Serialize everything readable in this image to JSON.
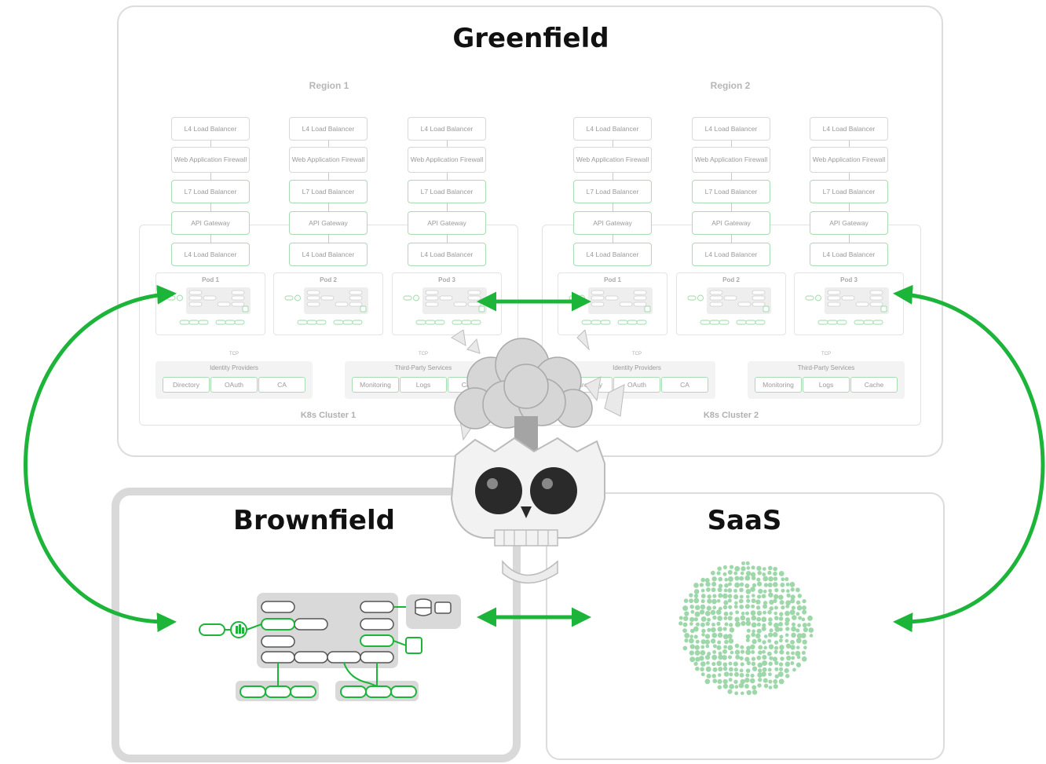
{
  "greenfield": {
    "title": "Greenfield",
    "regions": [
      "Region 1",
      "Region 2"
    ],
    "stack": [
      "L4 Load Balancer",
      "Web Application Firewall",
      "L7 Load Balancer",
      "API Gateway",
      "L4 Load Balancer"
    ],
    "pods": [
      "Pod 1",
      "Pod 2",
      "Pod 3"
    ],
    "tcp": "TCP",
    "identity_providers": {
      "title": "Identity Providers",
      "items": [
        "Directory",
        "OAuth",
        "CA"
      ]
    },
    "third_party": {
      "title": "Third-Party Services",
      "items": [
        "Monitoring",
        "Logs",
        "Cache"
      ]
    },
    "clusters": [
      "K8s Cluster 1",
      "K8s Cluster 2"
    ]
  },
  "brownfield": {
    "title": "Brownfield"
  },
  "saas": {
    "title": "SaaS"
  },
  "colors": {
    "accent_green": "#1db43a",
    "light_green": "#9ed8aa",
    "panel_border": "#dcdcdc",
    "brownfield_border": "#d9d9d9"
  },
  "icons": [
    "exploding-head-skull-emoji",
    "double-arrow",
    "database-icon"
  ]
}
